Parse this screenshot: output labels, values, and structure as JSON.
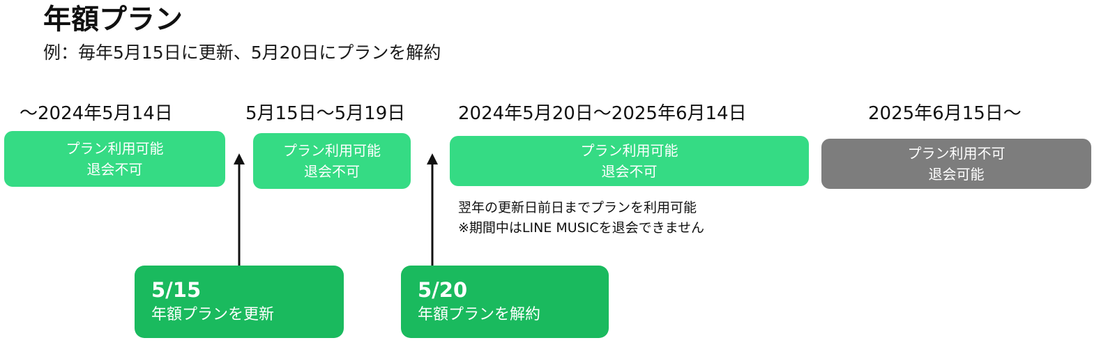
{
  "header": {
    "title": "年額プラン",
    "subtitle": "例：毎年5月15日に更新、5月20日にプランを解約"
  },
  "timeline": [
    {
      "period": "〜2024年5月14日",
      "status_line1": "プラン利用可能",
      "status_line2": "退会不可",
      "color": "#35db84"
    },
    {
      "period": "5月15日〜5月19日",
      "status_line1": "プラン利用可能",
      "status_line2": "退会不可",
      "color": "#35db84"
    },
    {
      "period": "2024年5月20日〜2025年6月14日",
      "status_line1": "プラン利用可能",
      "status_line2": "退会不可",
      "color": "#35db84"
    },
    {
      "period": "2025年6月15日〜",
      "status_line1": "プラン利用不可",
      "status_line2": "退会可能",
      "color": "#7d7d7d"
    }
  ],
  "note": {
    "line1": "翌年の更新日前日までプランを利用可能",
    "line2": "※期間中はLINE MUSICを退会できません"
  },
  "events": [
    {
      "date": "5/15",
      "label": "年額プランを更新",
      "color": "#1aba5e"
    },
    {
      "date": "5/20",
      "label": "年額プランを解約",
      "color": "#1aba5e"
    }
  ]
}
